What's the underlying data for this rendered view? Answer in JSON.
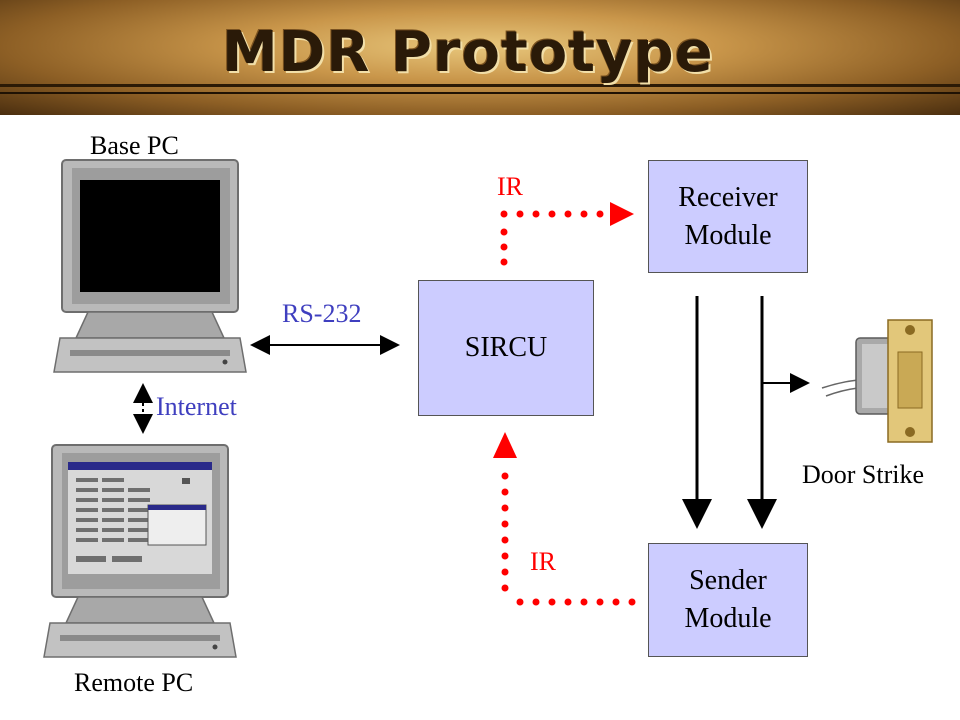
{
  "title": "MDR Prototype",
  "colors": {
    "box_fill": "#ccccff",
    "ir_arrow": "#ff0000",
    "link_text": "#3f3fbf",
    "banner_gold": "#c9964a"
  },
  "nodes": {
    "base_pc": {
      "label": "Base PC",
      "icon": "desktop-computer-icon"
    },
    "remote_pc": {
      "label": "Remote PC",
      "icon": "desktop-computer-icon"
    },
    "sircu": {
      "label": "SIRCU"
    },
    "receiver": {
      "line1": "Receiver",
      "line2": "Module"
    },
    "sender": {
      "line1": "Sender",
      "line2": "Module"
    },
    "door_strike": {
      "label": "Door Strike",
      "icon": "door-strike-icon"
    }
  },
  "edges": {
    "rs232": "RS-232",
    "internet": "Internet",
    "ir_top": "IR",
    "ir_bottom": "IR"
  }
}
